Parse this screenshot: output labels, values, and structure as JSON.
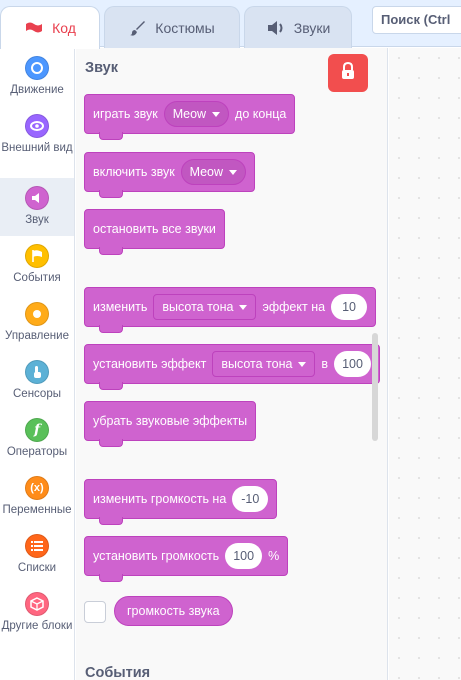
{
  "tabs": {
    "code": "Код",
    "costumes": "Костюмы",
    "sounds": "Звуки"
  },
  "search": {
    "text": "Поиск (Ctrl"
  },
  "categories": [
    {
      "label": "Движение",
      "color": "#4c97ff"
    },
    {
      "label": "Внешний вид",
      "color": "#9966ff"
    },
    {
      "label": "Звук",
      "color": "#cf63cf"
    },
    {
      "label": "События",
      "color": "#ffbf00"
    },
    {
      "label": "Управление",
      "color": "#ffab19"
    },
    {
      "label": "Сенсоры",
      "color": "#5cb1d6"
    },
    {
      "label": "Операторы",
      "color": "#59c059"
    },
    {
      "label": "Переменные",
      "color": "#ff8c1a"
    },
    {
      "label": "Списки",
      "color": "#ff661a"
    },
    {
      "label": "Другие блоки",
      "color": "#ff6680"
    }
  ],
  "palette": {
    "section_sound": "Звук",
    "section_events": "События",
    "blocks": {
      "play_until_done": {
        "pre": "играть звук",
        "sound": "Meow",
        "post": "до конца"
      },
      "start_sound": {
        "pre": "включить звук",
        "sound": "Meow"
      },
      "stop_all": {
        "text": "остановить все звуки"
      },
      "change_effect": {
        "pre": "изменить",
        "effect": "высота тона",
        "mid": "эффект на",
        "value": "10"
      },
      "set_effect": {
        "pre": "установить эффект",
        "effect": "высота тона",
        "mid": "в",
        "value": "100"
      },
      "clear_effects": {
        "text": "убрать звуковые эффекты"
      },
      "change_volume": {
        "pre": "изменить громкость на",
        "value": "-10"
      },
      "set_volume": {
        "pre": "установить громкость",
        "value": "100",
        "post": "%"
      },
      "volume_reporter": {
        "text": "громкость звука"
      }
    }
  },
  "colors": {
    "sound_block": "#cf63cf",
    "sound_block_border": "#bd42bd",
    "accent_tab": "#e9414f",
    "lock_button": "#f24e4e"
  }
}
